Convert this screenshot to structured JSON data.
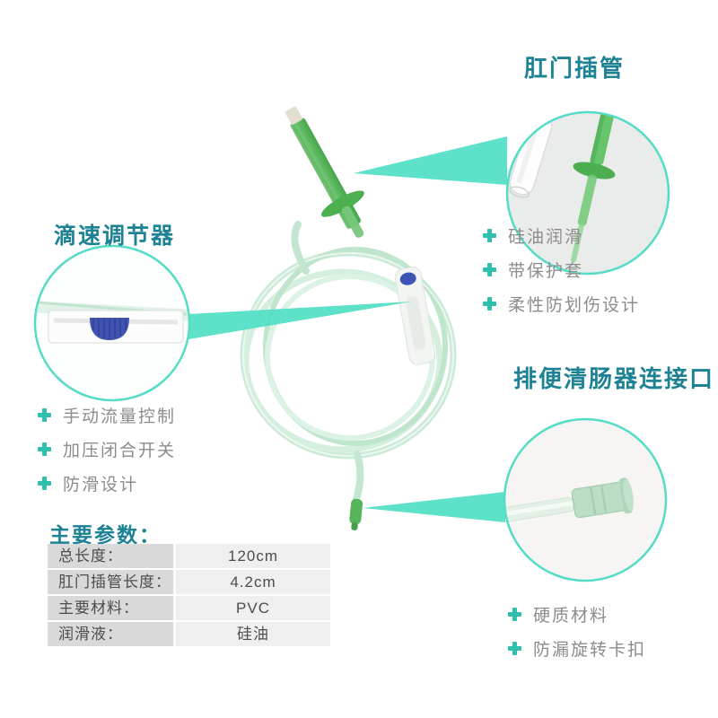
{
  "callouts": {
    "anal_tube": {
      "title": "肛门插管",
      "features": [
        "硅油润滑",
        "带保护套",
        "柔性防划伤设计"
      ]
    },
    "drip_regulator": {
      "title": "滴速调节器",
      "features": [
        "手动流量控制",
        "加压闭合开关",
        "防滑设计"
      ]
    },
    "connector": {
      "title": "排便清肠器连接口",
      "features": [
        "硬质材料",
        "防漏旋转卡扣"
      ]
    }
  },
  "parameters": {
    "title": "主要参数：",
    "rows": [
      {
        "label": "总长度：",
        "value": "120cm"
      },
      {
        "label": "肛门插管长度：",
        "value": "4.2cm"
      },
      {
        "label": "主要材料：",
        "value": "PVC"
      },
      {
        "label": "润滑液：",
        "value": "硅油"
      }
    ]
  },
  "icons": {
    "bullet": "plus-icon"
  },
  "colors": {
    "title_teal": "#1d8294",
    "icon_teal": "#2fc0ab",
    "callout_teal": "#55dfc6",
    "bullet_text": "#8c8c8c",
    "table_label_bg": "#d9d9d9",
    "table_value_bg": "#efeff0",
    "product_green": "#56b45b"
  }
}
